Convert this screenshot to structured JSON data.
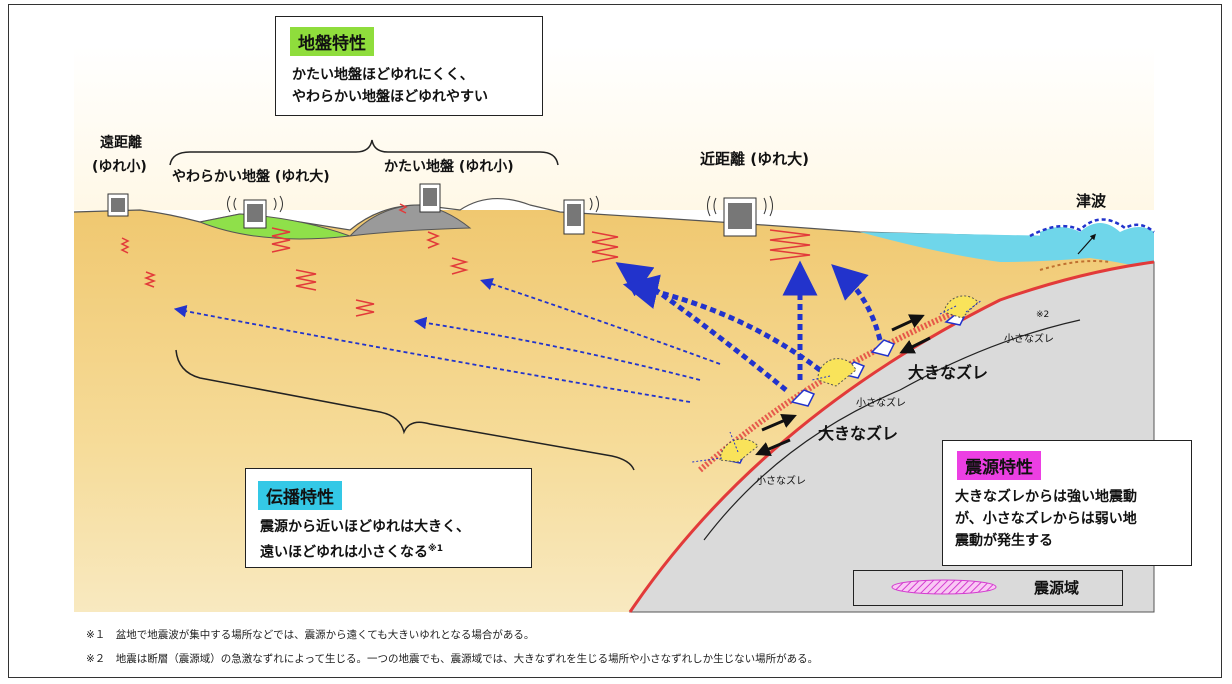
{
  "colors": {
    "ground": "#f2cf7e",
    "plate": "#dadada",
    "sea": "#6fd6ea",
    "soft_ground": "#8fe04a",
    "hard_ground": "#9a9a9a",
    "wave_arrow": "#2233cc",
    "fault": "#e23a3a",
    "tag_jiban": "#8fdd3c",
    "tag_denpa": "#34c8e6",
    "tag_shingen": "#ec3fe3"
  },
  "jiban": {
    "tag": "地盤特性",
    "text": [
      "かたい地盤ほどゆれにくく、",
      "やわらかい地盤ほどゆれやすい"
    ]
  },
  "labels": {
    "far": [
      "遠距離",
      "(ゆれ小)"
    ],
    "soft": "やわらかい地盤 (ゆれ大)",
    "hard": "かたい地盤 (ゆれ小)",
    "near": "近距離 (ゆれ大)",
    "tsunami": "津波"
  },
  "slip": {
    "big1": "大きなズレ",
    "big2": "大きなズレ",
    "small1": "小さなズレ",
    "small2": "小さなズレ",
    "small3": "小さなズレ",
    "mark2": "※2"
  },
  "denpa": {
    "tag": "伝播特性",
    "text": [
      "震源から近いほどゆれは大きく、",
      "遠いほどゆれは小さくなる"
    ],
    "mark": "※1"
  },
  "shingen": {
    "tag": "震源特性",
    "text": [
      "大きなズレからは強い地震動",
      "が、小さなズレからは弱い地",
      "震動が発生する"
    ]
  },
  "legend": {
    "label": "震源域"
  },
  "notes": [
    "※１　盆地で地震波が集中する場所などでは、震源から遠くても大きいゆれとなる場合がある。",
    "※２　地震は断層（震源域）の急激なずれによって生じる。一つの地震でも、震源域では、大きなずれを生じる場所や小さなずれしか生じない場所がある。"
  ]
}
